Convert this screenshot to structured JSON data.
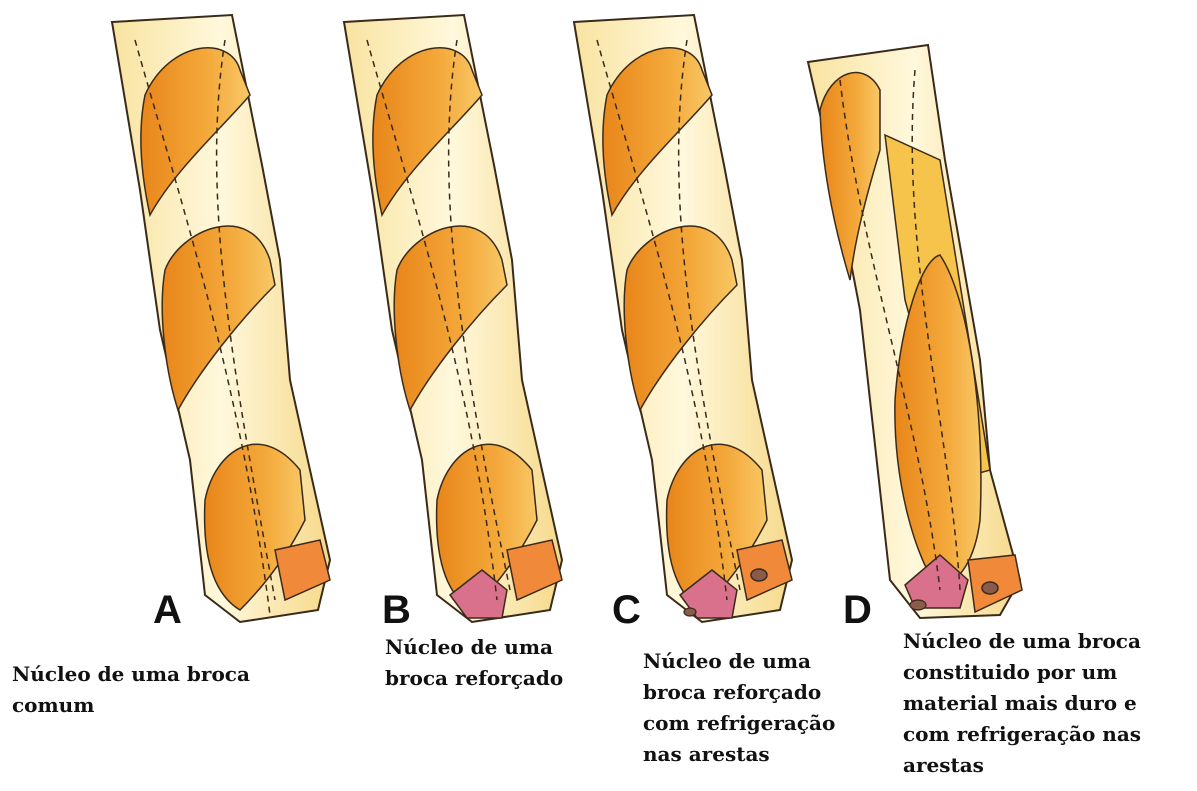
{
  "drills": [
    {
      "label": "A",
      "caption": "Núcleo de uma broca\ncomum"
    },
    {
      "label": "B",
      "caption": "Núcleo de uma\nbroca reforçado"
    },
    {
      "label": "C",
      "caption": "Núcleo de uma\nbroca reforçado\ncom refrigeração\nnas arestas"
    },
    {
      "label": "D",
      "caption": "Núcleo de uma broca\nconstituido por um\nmaterial mais duro e\ncom refrigeração nas\narestas"
    }
  ],
  "colors": {
    "shank_light": "#fcefb8",
    "flute_orange": "#f29a26",
    "flute_dark": "#e07a10",
    "core_pink": "#d9708c",
    "outline": "#3a2a1a"
  }
}
